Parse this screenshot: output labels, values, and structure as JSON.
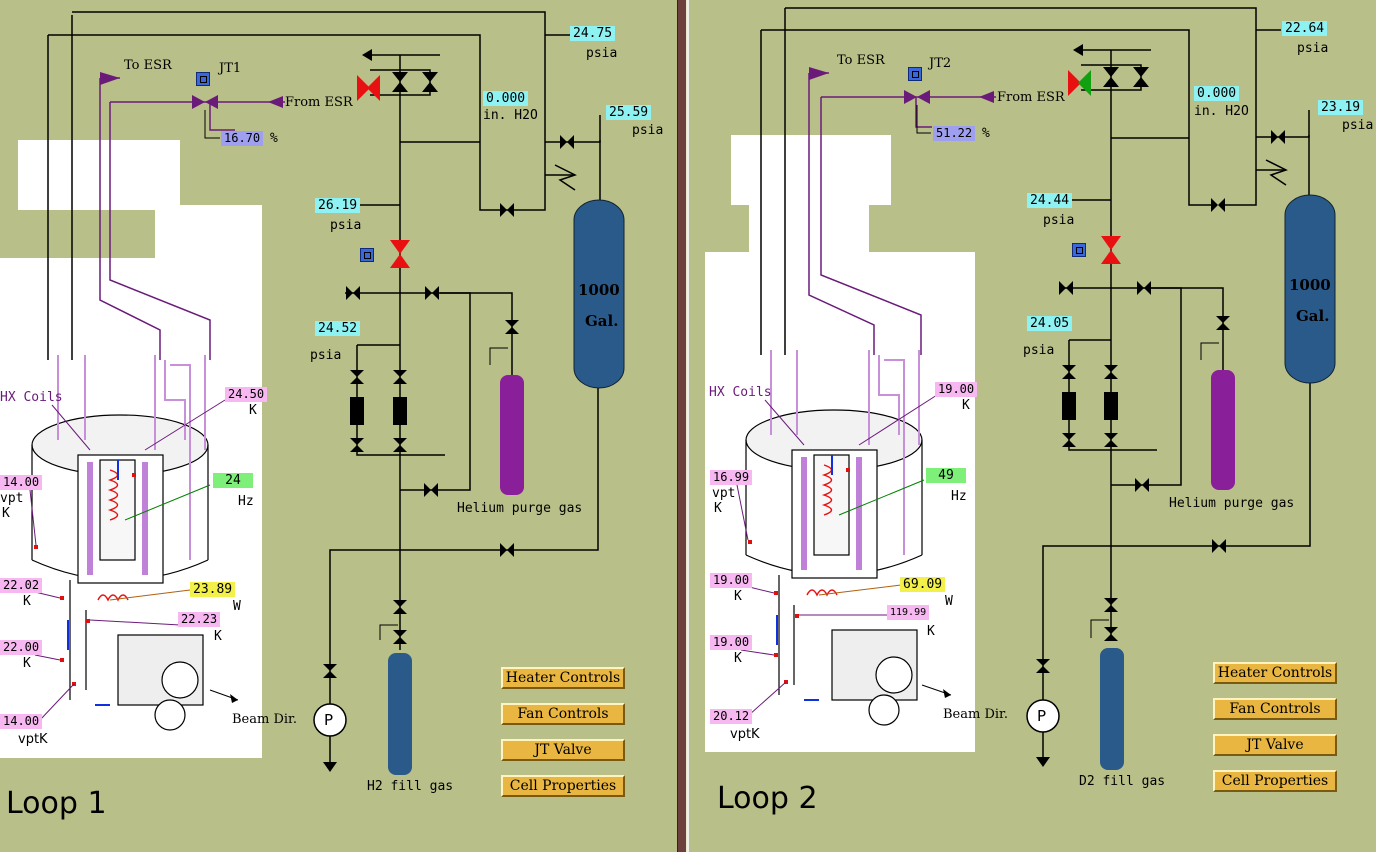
{
  "loop1": {
    "title": "Loop 1",
    "to_esr": "To ESR",
    "from_esr": "From ESR",
    "jt_label": "JT1",
    "jt_value": "16.70",
    "jt_unit": "%",
    "p_top": "24.75",
    "p_top_unit": "psia",
    "h2o": "0.000",
    "h2o_unit": "in. H2O",
    "p_tank": "25.59",
    "p_tank_unit": "psia",
    "p_mid": "26.19",
    "p_mid_unit": "psia",
    "p_lower": "24.52",
    "p_lower_unit": "psia",
    "tank_line1": "1000",
    "tank_line2": "Gal.",
    "purge_gas": "Helium purge gas",
    "fill_gas": "H2 fill gas",
    "hx_coils": "HX Coils",
    "temp_top": "24.50",
    "temp_top_unit": "K",
    "fan_hz": "24",
    "fan_unit": "Hz",
    "vpt": "14.00",
    "vpt_label": "vpt",
    "vpt_unit": "K",
    "t_left1": "22.02",
    "t_left1_unit": "K",
    "heater_w": "23.89",
    "heater_unit": "W",
    "t_pipe": "22.23",
    "t_pipe_unit": "K",
    "t_left2": "22.00",
    "t_left2_unit": "K",
    "vptk": "14.00",
    "vptk_label": "vptK",
    "beam_dir": "Beam Dir.",
    "pump_symbol": "P"
  },
  "loop2": {
    "title": "Loop 2",
    "to_esr": "To ESR",
    "from_esr": "From ESR",
    "jt_label": "JT2",
    "jt_value": "51.22",
    "jt_unit": "%",
    "p_top": "22.64",
    "p_top_unit": "psia",
    "h2o": "0.000",
    "h2o_unit": "in. H2O",
    "p_tank": "23.19",
    "p_tank_unit": "psia",
    "p_mid": "24.44",
    "p_mid_unit": "psia",
    "p_lower": "24.05",
    "p_lower_unit": "psia",
    "tank_line1": "1000",
    "tank_line2": "Gal.",
    "purge_gas": "Helium purge gas",
    "fill_gas": "D2 fill gas",
    "hx_coils": "HX Coils",
    "temp_top": "19.00",
    "temp_top_unit": "K",
    "fan_hz": "49",
    "fan_unit": "Hz",
    "vpt": "16.99",
    "vpt_label": "vpt",
    "vpt_unit": "K",
    "t_left1": "19.00",
    "t_left1_unit": "K",
    "heater_w": "69.09",
    "heater_unit": "W",
    "t_pipe": "119.99",
    "t_pipe_unit": "K",
    "t_left2": "19.00",
    "t_left2_unit": "K",
    "vptk": "20.12",
    "vptk_label": "vptK",
    "beam_dir": "Beam Dir.",
    "pump_symbol": "P"
  },
  "buttons": {
    "heater": "Heater Controls",
    "fan": "Fan Controls",
    "jt": "JT Valve",
    "cell": "Cell Properties"
  },
  "colors": {
    "background": "#b9bf88",
    "pipe_purple": "#6a1b7a",
    "tank_blue": "#2a5a8a",
    "purge_cylinder": "#8a1f9a",
    "button": "#e9b642"
  }
}
